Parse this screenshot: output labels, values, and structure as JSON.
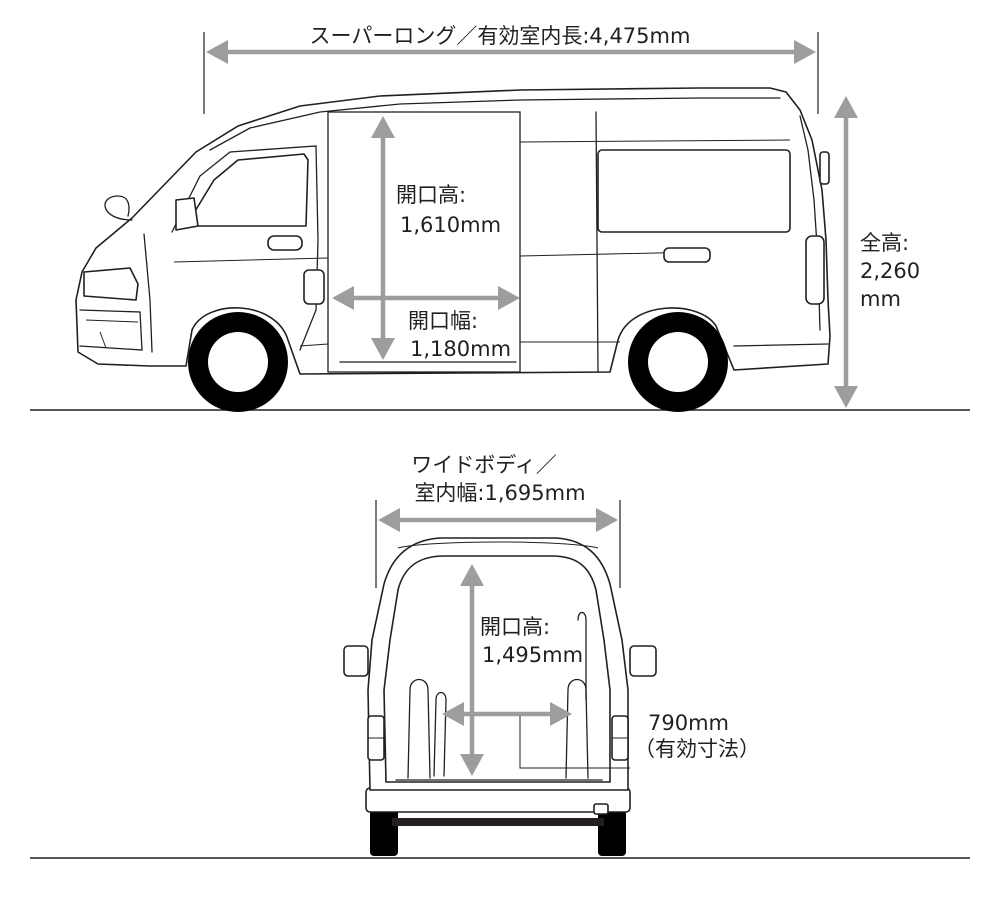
{
  "side_view": {
    "interior_length_label": "スーパーロング／有効室内長:4,475mm",
    "door_height_title": "開口高:",
    "door_height_value": "1,610mm",
    "door_width_title": "開口幅:",
    "door_width_value": "1,180mm",
    "total_height_title": "全高:",
    "total_height_value": "2,260",
    "total_height_unit": "mm"
  },
  "rear_view": {
    "body_label_line1": "ワイドボディ／",
    "body_label_line2": "室内幅:1,695mm",
    "door_height_title": "開口高:",
    "door_height_value": "1,495mm",
    "effective_width_value": "790mm",
    "effective_width_note": "（有効寸法）"
  },
  "colors": {
    "line": "#231f20",
    "arrow": "#9d9d9d",
    "wheel": "#000000",
    "background": "#ffffff"
  }
}
